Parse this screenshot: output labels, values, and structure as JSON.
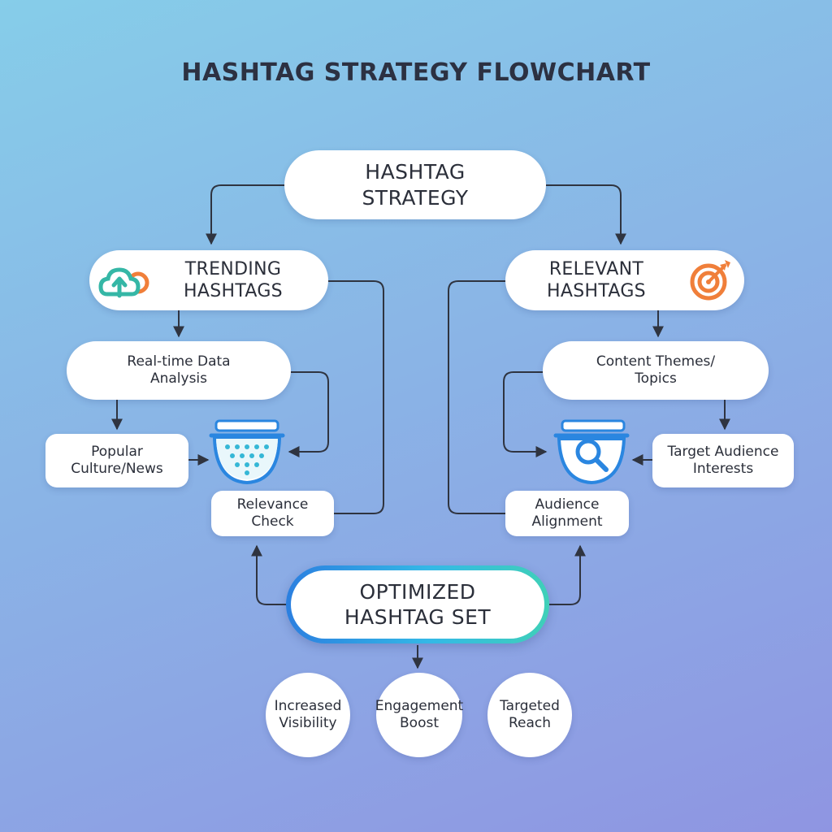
{
  "title": "HASHTAG STRATEGY FLOWCHART",
  "nodes": {
    "root": "HASHTAG\nSTRATEGY",
    "trending": "TRENDING\nHASHTAGS",
    "relevant": "RELEVANT\nHASHTAGS",
    "realtime": "Real-time Data\nAnalysis",
    "content_themes": "Content Themes/\nTopics",
    "popular": "Popular\nCulture/News",
    "target_audience": "Target Audience\nInterests",
    "relevance_check": "Relevance\nCheck",
    "audience_alignment": "Audience\nAlignment",
    "optimized": "OPTIMIZED\nHASHTAG SET"
  },
  "outcomes": [
    "Increased\nVisibility",
    "Engagement\nBoost",
    "Targeted\nReach"
  ],
  "icons": {
    "trending": "cloud-upload-icon",
    "relevant": "target-arrow-icon",
    "left_filter": "strainer-filter-icon",
    "right_filter": "magnifier-bowl-icon"
  },
  "colors": {
    "teal": "#35b7a6",
    "orange": "#f07f3a",
    "blue": "#2a86e0",
    "line": "#2f3440"
  }
}
